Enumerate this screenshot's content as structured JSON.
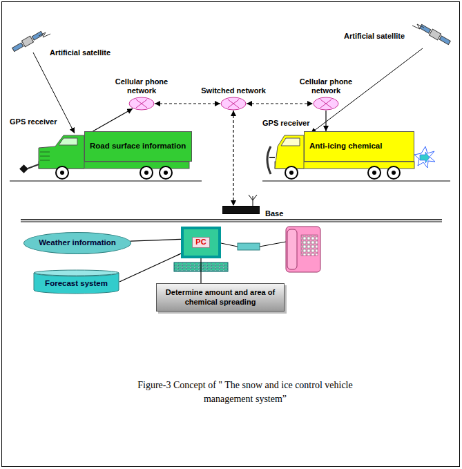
{
  "diagram": {
    "caption": "Figure-3 Concept of \" The snow and ice control vehicle management system”",
    "nodes": [
      {
        "text": [
          "Cellular phone network"
        ]
      },
      {
        "text": [
          "Switched network"
        ]
      },
      {
        "text": [
          "Cellular phone network"
        ]
      },
      {
        "text": [
          "Road surface information"
        ]
      },
      {
        "text": [
          "Anti-icing chemical"
        ]
      },
      {
        "text": [
          "Base"
        ]
      },
      {
        "text": [
          "Weather information"
        ]
      },
      {
        "text": [
          "PC"
        ]
      },
      {
        "text": [
          "Forecast system"
        ]
      },
      {
        "text": [
          "Determine amount and area of chemical spreading"
        ]
      }
    ],
    "edges": [
      {
        "from": 3,
        "to": 0,
        "arrow": "to"
      },
      {
        "from": 0,
        "to": 1,
        "arrow": "both"
      },
      {
        "from": 1,
        "to": 2,
        "arrow": "both"
      },
      {
        "from": 2,
        "to": 4,
        "arrow": "to"
      },
      {
        "from": 1,
        "to": 5,
        "arrow": "both"
      },
      {
        "from": 7,
        "to": 6,
        "arrow": "none"
      },
      {
        "from": 7,
        "to": 8,
        "arrow": "none"
      },
      {
        "from": 7,
        "to": 9,
        "arrow": "none"
      }
    ],
    "labels": [
      "Artificial satellite",
      "Artificial satellite",
      "GPS receiver",
      "GPS receiver"
    ]
  }
}
